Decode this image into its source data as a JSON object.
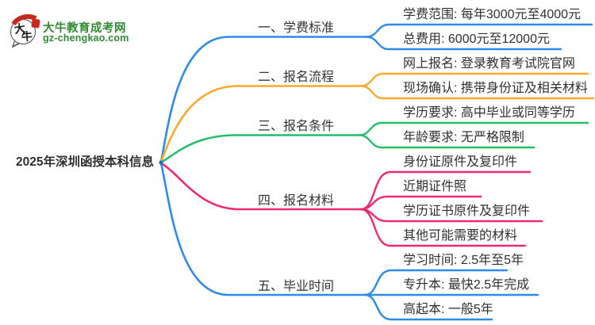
{
  "logo": {
    "title": "大牛教育成考网",
    "domain": "gz-chengkao.com",
    "mark_top": "大",
    "mark_bottom": "牛"
  },
  "mindmap": {
    "root": "2025年深圳函授本科信息",
    "branches": [
      {
        "label": "一、学费标准",
        "color": "#2E8BE8",
        "leaves": [
          {
            "text": "学费范围: 每年3000元至4000元"
          },
          {
            "text": "总费用: 6000元至12000元"
          }
        ]
      },
      {
        "label": "二、报名流程",
        "color": "#FCA829",
        "leaves": [
          {
            "text": "网上报名: 登录教育考试院官网"
          },
          {
            "text": "现场确认: 携带身份证及相关材料"
          }
        ]
      },
      {
        "label": "三、报名条件",
        "color": "#22BE68",
        "leaves": [
          {
            "text": "学历要求: 高中毕业或同等学历"
          },
          {
            "text": "年龄要求: 无严格限制"
          }
        ]
      },
      {
        "label": "四、报名材料",
        "color": "#EE2A72",
        "leaves": [
          {
            "text": "身份证原件及复印件"
          },
          {
            "text": "近期证件照"
          },
          {
            "text": "学历证书原件及复印件"
          },
          {
            "text": "其他可能需要的材料"
          }
        ]
      },
      {
        "label": "五、毕业时间",
        "color": "#2E8BE8",
        "leaves": [
          {
            "text": "学习时间: 2.5年至5年"
          },
          {
            "text": "专升本: 最快2.5年完成"
          },
          {
            "text": "高起本: 一般5年"
          }
        ]
      }
    ]
  }
}
